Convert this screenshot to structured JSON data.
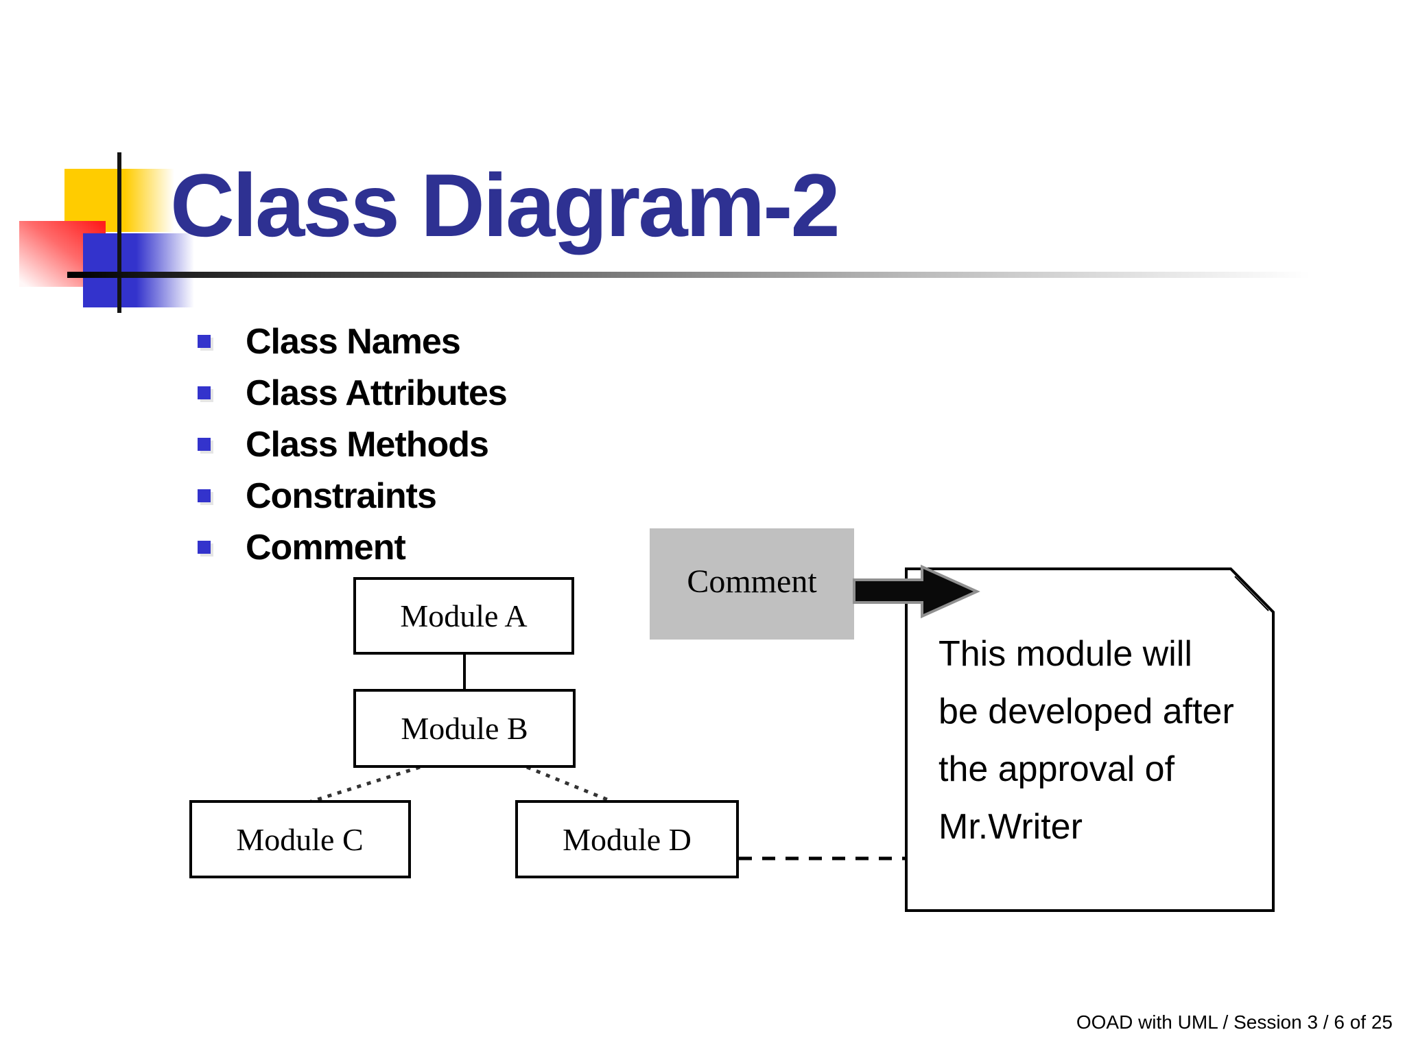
{
  "slide": {
    "title": "Class Diagram-2",
    "footer": "OOAD with UML / Session 3 / 6 of 25",
    "bullets": [
      "Class Names",
      "Class Attributes",
      "Class Methods",
      "Constraints",
      "Comment"
    ]
  },
  "diagram": {
    "module_a": "Module A",
    "module_b": "Module B",
    "module_c": "Module C",
    "module_d": "Module D",
    "comment_label": "Comment",
    "note_lines": [
      "This module will",
      "be developed after",
      "the approval of",
      "Mr.Writer"
    ]
  },
  "colors": {
    "title_text": "#2E3192",
    "bullet_marker": "#3333CC",
    "body_text": "#000000",
    "comment_box_bg": "#C0C0C0",
    "ornament_yellow": "#FFCC00",
    "ornament_red": "#FF1F1F",
    "ornament_blue": "#3333CC",
    "module_box_border": "#000000"
  }
}
